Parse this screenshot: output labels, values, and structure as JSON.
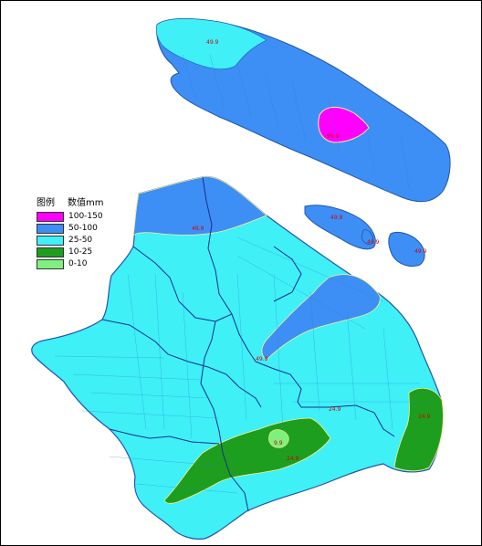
{
  "legend": {
    "title": "图例",
    "unit_title": "数值mm",
    "items": [
      {
        "range": "100-150",
        "color": "#ff00ff"
      },
      {
        "range": "50-100",
        "color": "#3d8ff5"
      },
      {
        "range": "25-50",
        "color": "#3ff0f7"
      },
      {
        "range": "10-25",
        "color": "#1e9e1e"
      },
      {
        "range": "0-10",
        "color": "#7ff07f"
      }
    ]
  },
  "map_labels": [
    "49.9",
    "99.9",
    "49.9",
    "49.9",
    "49.9",
    "49.9",
    "49.9",
    "24.9",
    "24.9",
    "9.9",
    "24.9"
  ]
}
